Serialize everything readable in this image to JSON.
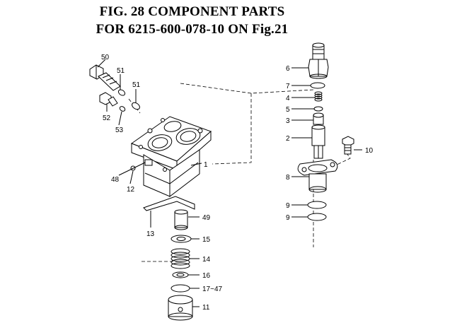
{
  "title": {
    "line1": "FIG. 28  COMPONENT PARTS",
    "line2": "FOR 6215-600-078-10 ON Fig.21"
  },
  "callouts": {
    "c1": "1",
    "c2": "2",
    "c3": "3",
    "c4": "4",
    "c5": "5",
    "c6": "6",
    "c7": "7",
    "c8": "8",
    "c9a": "9",
    "c9b": "9",
    "c10": "10",
    "c11": "11",
    "c12": "12",
    "c13": "13",
    "c14": "14",
    "c15": "15",
    "c16": "16",
    "c17": "17~47",
    "c48": "48",
    "c49": "49",
    "c50": "50",
    "c51a": "51",
    "c51b": "51",
    "c52": "52",
    "c53": "53"
  }
}
